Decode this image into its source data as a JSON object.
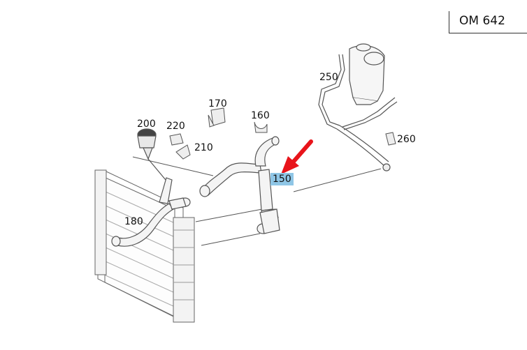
{
  "header": {
    "model_code": "OM 642"
  },
  "parts": {
    "p150": "150",
    "p160": "160",
    "p170": "170",
    "p180": "180",
    "p200": "200",
    "p210": "210",
    "p220": "220",
    "p250": "250",
    "p260": "260"
  },
  "colors": {
    "highlight": "#8fc6e6",
    "arrow": "#e8141b",
    "line": "#333333"
  },
  "icons": {
    "pointer": "red-arrow-icon"
  }
}
